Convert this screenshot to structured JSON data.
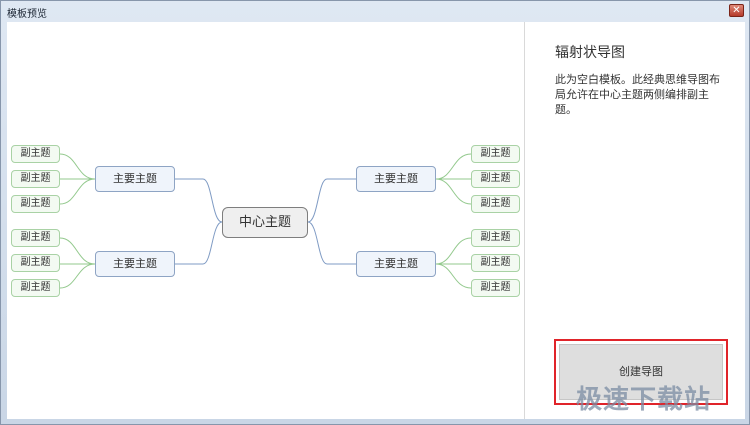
{
  "window": {
    "title": "模板预览",
    "close_glyph": "✕"
  },
  "panel": {
    "title": "辐射状导图",
    "description": "此为空白模板。此经典思维导图布局允许在中心主题两侧编排副主题。",
    "create_button": "创建导图"
  },
  "watermark": "极速下载站",
  "mindmap": {
    "center": "中心主题",
    "main_topics": [
      "主要主题",
      "主要主题",
      "主要主题",
      "主要主题"
    ],
    "sub_topic": "副主题",
    "colors": {
      "center_border": "#7e7e7e",
      "main_border": "#8ea4c4",
      "sub_border": "#a9d2a5",
      "main_link": "#7f9bc4",
      "sub_link": "#93c98d"
    }
  }
}
